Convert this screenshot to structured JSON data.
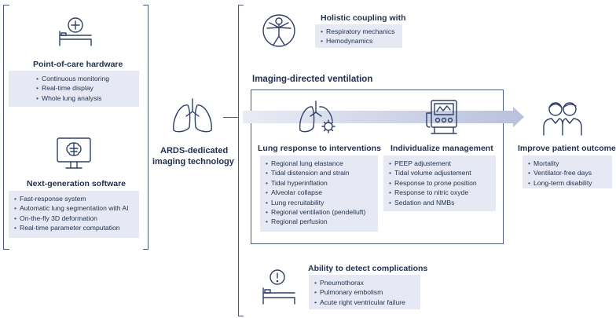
{
  "left": {
    "hardware": {
      "title": "Point-of-care hardware",
      "items": [
        "Continuous monitoring",
        "Real-time display",
        "Whole lung analysis"
      ]
    },
    "software": {
      "title": "Next-generation software",
      "items": [
        "Fast-response system",
        "Automatic lung segmentation with AI",
        "On-the-fly 3D deformation",
        "Real-time parameter computation"
      ]
    }
  },
  "center": {
    "line1": "ARDS-dedicated",
    "line2": "imaging technology"
  },
  "holistic": {
    "title": "Holistic coupling with",
    "items": [
      "Respiratory mechanics",
      "Hemodynamics"
    ]
  },
  "ventilation": {
    "title": "Imaging-directed ventilation"
  },
  "lung_response": {
    "title": "Lung response to interventions",
    "items": [
      "Regional lung elastance",
      "Tidal distension and strain",
      "Tidal hyperinflation",
      "Alveolar collapse",
      "Lung recruitability",
      "Regional ventilation (pendelluft)",
      "Regional perfusion"
    ]
  },
  "management": {
    "title": "Individualize management",
    "items": [
      "PEEP adjustement",
      "Tidal volume adjustement",
      "Response to prone position",
      "Response to nitric oxyde",
      "Sedation and NMBs"
    ]
  },
  "outcome": {
    "title": "Improve patient outcome",
    "items": [
      "Mortality",
      "Ventilator-free days",
      "Long-term disability"
    ]
  },
  "complications": {
    "title": "Ability to detect complications",
    "items": [
      "Pneumothorax",
      "Pulmonary embolism",
      "Acute right ventricular failure"
    ]
  },
  "colors": {
    "box": "#e6e9f3",
    "text": "#1f2f4c",
    "icon": "#2f4066",
    "arrow": "#c9d0e6"
  },
  "icons": [
    "hospital-bed-plus-icon",
    "brain-monitor-icon",
    "lungs-icon",
    "vitruvian-man-icon",
    "lungs-gear-icon",
    "ventilator-icon",
    "patients-icon",
    "alert-bed-icon"
  ]
}
